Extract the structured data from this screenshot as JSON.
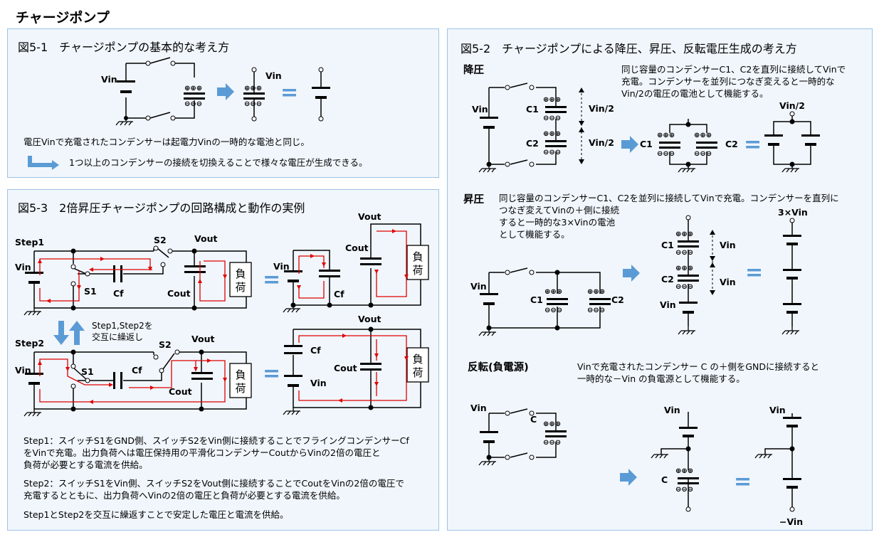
{
  "page_title": "チャージポンプ",
  "panel1": {
    "title": "図5-1　チャージポンプの基本的な考え方",
    "caption1": "電圧Vinで充電されたコンデンサーは起電力Vinの一時的な電池と同じ。",
    "caption2": "1つ以上のコンデンサーの接続を切換えることで様々な電圧が生成できる。",
    "vin_a": "Vin",
    "vin_b": "Vin",
    "plus_signs": "⊕⊕⊕",
    "minus_signs": "⊖⊖⊖",
    "equals": "="
  },
  "panel2": {
    "title": "図5-2　チャージポンプによる降圧、昇圧、反転電圧生成の考え方",
    "step_down": {
      "heading": "降圧",
      "desc": [
        "同じ容量のコンデンサーC1、C2を直列に接続してVinで",
        "充電。コンデンサーを並列につなぎ変えると一時的な",
        "Vin/2の電圧の電池として機能する。"
      ],
      "vin": "Vin",
      "c1": "C1",
      "c2": "C2",
      "c1b": "C1",
      "c2b": "C2",
      "half_top": "Vin/2",
      "half_bottom": "Vin/2",
      "half_out": "Vin/2"
    },
    "step_up": {
      "heading": "昇圧",
      "desc_line1": "同じ容量のコンデンサーC1、C2を並列に接続してVinで充電。コンデンサーを直列に",
      "desc_rest": [
        "つなぎ変えてVinの＋側に接続",
        "すると一時的な3×Vinの電池",
        "として機能する。"
      ],
      "vin": "Vin",
      "c1": "C1",
      "c2": "C2",
      "c1b": "C1",
      "c2b": "C2",
      "vin_r1": "Vin",
      "vin_r2": "Vin",
      "vin_r3": "Vin",
      "out": "3×Vin"
    },
    "invert": {
      "heading": "反転(負電源)",
      "desc": [
        "Vinで充電されたコンデンサー C の＋側をGNDに接続すると",
        "一時的な－Vin の負電源として機能する。"
      ],
      "vin": "Vin",
      "c": "C",
      "vin2": "Vin",
      "c2": "C",
      "vin3": "Vin",
      "neg": "−Vin"
    }
  },
  "panel3": {
    "title": "図5-3　2倍昇圧チャージポンプの回路構成と動作の実例",
    "step1": "Step1",
    "step2": "Step2",
    "swap_label": [
      "Step1,Step2を",
      "交互に繰返し"
    ],
    "s1": "S1",
    "s2": "S2",
    "cf": "Cf",
    "cout": "Cout",
    "vout": "Vout",
    "vin": "Vin",
    "load": [
      "負",
      "荷"
    ],
    "explain": [
      [
        "Step1：スイッチS1をGND側、スイッチS2をVin側に接続することでフライングコンデンサーCf",
        "をVinで充電。出力負荷へは電圧保持用の平滑化コンデンサーCoutからVinの2倍の電圧と",
        "負荷が必要とする電流を供給。"
      ],
      [
        "Step2：スイッチS1をVin側、スイッチS2をVout側に接続することでCoutをVinの2倍の電圧で",
        "充電するとともに、出力負荷へVinの2倍の電圧と負荷が必要とする電流を供給。"
      ],
      [
        "Step1とStep2を交互に繰返すことで安定した電圧と電流を供給。"
      ]
    ]
  },
  "colors": {
    "panel_fill": "#f0f6fc",
    "panel_border": "#9dc3e6",
    "arrow_blue": "#5b9bd5",
    "current_red": "#e00000"
  }
}
